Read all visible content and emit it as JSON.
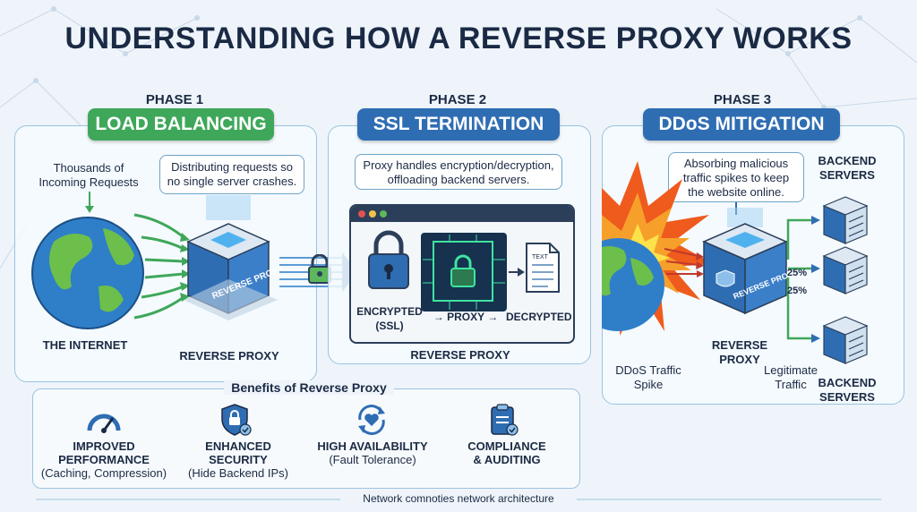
{
  "title": "UNDERSTANDING HOW A REVERSE PROXY WORKS",
  "colors": {
    "green": "#3fa75a",
    "blue": "#2f6db3",
    "dark": "#1b2a44",
    "orange": "#ef5a1d"
  },
  "phases": [
    {
      "label": "PHASE 1",
      "name": "LOAD BALANCING",
      "incoming": "Thousands of Incoming Requests",
      "callout": "Distributing requests so no single server crashes.",
      "internet": "THE INTERNET",
      "proxy": "REVERSE PROXY",
      "proxy_box_text": "REVERSE PROXY"
    },
    {
      "label": "PHASE 2",
      "name": "SSL TERMINATION",
      "callout": "Proxy handles encryption/decryption, offloading backend servers.",
      "encrypted": "ENCRYPTED (SSL)",
      "proxy_flow": "→ PROXY →",
      "decrypted": "DECRYPTED",
      "doc_text": "TEXT",
      "caption": "REVERSE PROXY"
    },
    {
      "label": "PHASE 3",
      "name": "DDoS MITIGATION",
      "callout": "Absorbing malicious traffic spikes to keep the website online.",
      "spike": "DDoS Traffic Spike",
      "proxy": "REVERSE PROXY",
      "proxy_box_text": "REVERSE PROXY",
      "backend_top": "BACKEND SERVERS",
      "backend_bottom": "BACKEND SERVERS",
      "pct1": "25%",
      "pct2": "25%",
      "legit": "Legitimate Traffic"
    }
  ],
  "benefits": {
    "title": "Benefits of Reverse Proxy",
    "items": [
      {
        "title": "IMPROVED PERFORMANCE",
        "sub": "(Caching, Compression)",
        "icon": "gauge-icon"
      },
      {
        "title": "ENHANCED SECURITY",
        "sub": "(Hide Backend IPs)",
        "icon": "shield-lock-icon"
      },
      {
        "title": "HIGH AVAILABILITY",
        "sub": "(Fault Tolerance)",
        "icon": "heart-cycle-icon"
      },
      {
        "title": "COMPLIANCE & AUDITING",
        "sub": "",
        "icon": "clipboard-check-icon"
      }
    ]
  },
  "footer": "Network comnoties network architecture"
}
